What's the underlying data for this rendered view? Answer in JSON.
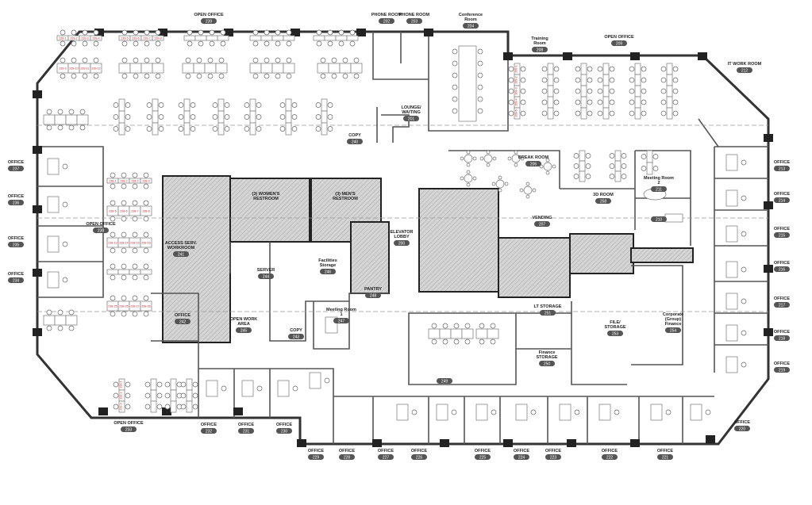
{
  "title": "Floor plan",
  "colors": {
    "wall": "#333333",
    "label_pill": "#555555",
    "desk_label": "#d0202a",
    "core_hatch": "#bbbbbb"
  },
  "rooms": [
    {
      "name": "OPEN OFFICE",
      "number": "239"
    },
    {
      "name": "PHONE ROOM",
      "number": "202"
    },
    {
      "name": "PHONE ROOM",
      "number": "203"
    },
    {
      "name": "Conference Room",
      "number": "204"
    },
    {
      "name": "LOUNGE/ WAITING",
      "number": "201"
    },
    {
      "name": "COPY",
      "number": "240"
    },
    {
      "name": "Training Room",
      "number": "208"
    },
    {
      "name": "OPEN OFFICE",
      "number": "209"
    },
    {
      "name": "IT WORK ROOM",
      "number": "212"
    },
    {
      "name": "BREAK ROOM",
      "number": "206"
    },
    {
      "name": "VENDING",
      "number": "207"
    },
    {
      "name": "3D ROOM",
      "number": "258"
    },
    {
      "name": "Meeting Room 2",
      "number": "211"
    },
    {
      "name": "",
      "number": "210"
    },
    {
      "name": "OPEN OFFICE",
      "number": "238"
    },
    {
      "name": "ACCESS SERV. WORKROOM",
      "number": "241"
    },
    {
      "name": "(3) WOMEN'S RESTROOM",
      "number": ""
    },
    {
      "name": "(3) MEN'S RESTROOM",
      "number": ""
    },
    {
      "name": "Facilities Storage",
      "number": "246"
    },
    {
      "name": "ELEVATOR LOBBY",
      "number": "200"
    },
    {
      "name": "SERVER",
      "number": "244"
    },
    {
      "name": "PANTRY",
      "number": "248"
    },
    {
      "name": "Meeting Room 1",
      "number": "247"
    },
    {
      "name": "OPEN WORK AREA",
      "number": "245"
    },
    {
      "name": "COPY",
      "number": "243"
    },
    {
      "name": "OFFICE",
      "number": "242"
    },
    {
      "name": "LT STORAGE",
      "number": "251"
    },
    {
      "name": "FILE/ STORAGE",
      "number": "253"
    },
    {
      "name": "Finance STORAGE",
      "number": "250"
    },
    {
      "name": "Corporate (Group) Finance",
      "number": "254"
    },
    {
      "name": "",
      "number": "249"
    },
    {
      "name": "OFFICE",
      "number": "237"
    },
    {
      "name": "OFFICE",
      "number": "236"
    },
    {
      "name": "OFFICE",
      "number": "235"
    },
    {
      "name": "OFFICE",
      "number": "234"
    },
    {
      "name": "OFFICE",
      "number": "213"
    },
    {
      "name": "OFFICE",
      "number": "214"
    },
    {
      "name": "OFFICE",
      "number": "215"
    },
    {
      "name": "OFFICE",
      "number": "216"
    },
    {
      "name": "OFFICE",
      "number": "217"
    },
    {
      "name": "OFFICE",
      "number": "218"
    },
    {
      "name": "OFFICE",
      "number": "219"
    },
    {
      "name": "OFFICE",
      "number": "220"
    },
    {
      "name": "OPEN OFFICE",
      "number": "233"
    },
    {
      "name": "OFFICE",
      "number": "232"
    },
    {
      "name": "OFFICE",
      "number": "231"
    },
    {
      "name": "OFFICE",
      "number": "230"
    },
    {
      "name": "OFFICE",
      "number": "229"
    },
    {
      "name": "OFFICE",
      "number": "228"
    },
    {
      "name": "OFFICE",
      "number": "227"
    },
    {
      "name": "OFFICE",
      "number": "226"
    },
    {
      "name": "OFFICE",
      "number": "225"
    },
    {
      "name": "OFFICE",
      "number": "224"
    },
    {
      "name": "OFFICE",
      "number": "223"
    },
    {
      "name": "OFFICE",
      "number": "222"
    },
    {
      "name": "OFFICE",
      "number": "221"
    }
  ],
  "desk_groups": [
    {
      "prefix": "239-",
      "start": 1
    },
    {
      "prefix": "239-",
      "start": 5
    },
    {
      "prefix": "239-",
      "start": 9
    },
    {
      "prefix": "238-",
      "start": 1
    },
    {
      "prefix": "238-",
      "start": 5
    },
    {
      "prefix": "238-",
      "start": 13
    },
    {
      "prefix": "238-",
      "start": 25
    },
    {
      "prefix": "209-",
      "start": 1
    },
    {
      "prefix": "233-",
      "start": 1
    }
  ]
}
